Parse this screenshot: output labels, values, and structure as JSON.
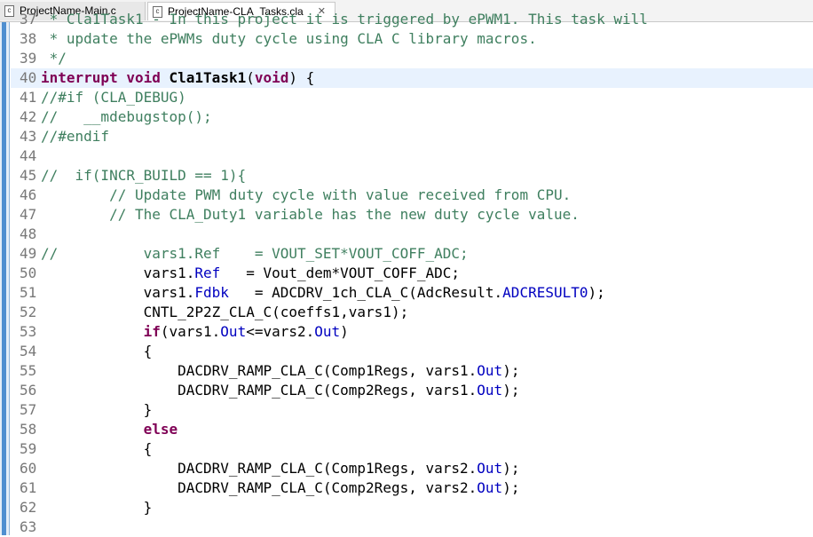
{
  "tabs": [
    {
      "label": "ProjectName-Main.c",
      "icon": "c-file-icon"
    },
    {
      "label": "ProjectName-CLA_Tasks.cla",
      "icon": "c-file-icon",
      "close_icon": "close-icon"
    }
  ],
  "lines": [
    {
      "n": "37",
      "tokens": [
        {
          "t": " * Cla1Task1 - In this project it is triggered by ePWM1. This task will",
          "c": "cm"
        }
      ]
    },
    {
      "n": "38",
      "tokens": [
        {
          "t": " * update the ePWMs duty cycle using CLA C library macros.",
          "c": "cm"
        }
      ]
    },
    {
      "n": "39",
      "tokens": [
        {
          "t": " */",
          "c": "cm"
        }
      ]
    },
    {
      "n": "40",
      "current": true,
      "tokens": [
        {
          "t": "interrupt",
          "c": "kw"
        },
        {
          "t": " "
        },
        {
          "t": "void",
          "c": "kw"
        },
        {
          "t": " "
        },
        {
          "t": "Cla1Task1",
          "c": "fn"
        },
        {
          "t": "("
        },
        {
          "t": "void",
          "c": "kw"
        },
        {
          "t": ") {"
        }
      ]
    },
    {
      "n": "41",
      "tokens": [
        {
          "t": "//#if (CLA_DEBUG)",
          "c": "cm"
        }
      ]
    },
    {
      "n": "42",
      "tokens": [
        {
          "t": "//   __mdebugstop();",
          "c": "cm"
        }
      ]
    },
    {
      "n": "43",
      "tokens": [
        {
          "t": "//#endif",
          "c": "cm"
        }
      ]
    },
    {
      "n": "44",
      "tokens": []
    },
    {
      "n": "45",
      "tokens": [
        {
          "t": "//  if(INCR_BUILD == 1){",
          "c": "cm"
        }
      ]
    },
    {
      "n": "46",
      "tokens": [
        {
          "t": "        // Update PWM duty cycle with value received from CPU.",
          "c": "cm"
        }
      ]
    },
    {
      "n": "47",
      "tokens": [
        {
          "t": "        // The CLA_Duty1 variable has the new duty cycle value.",
          "c": "cm"
        }
      ]
    },
    {
      "n": "48",
      "tokens": []
    },
    {
      "n": "49",
      "tokens": [
        {
          "t": "//          vars1.Ref    = VOUT_SET*VOUT_COFF_ADC;",
          "c": "cm"
        }
      ]
    },
    {
      "n": "50",
      "tokens": [
        {
          "t": "            vars1."
        },
        {
          "t": "Ref",
          "c": "fld"
        },
        {
          "t": "   = Vout_dem*VOUT_COFF_ADC;"
        }
      ]
    },
    {
      "n": "51",
      "tokens": [
        {
          "t": "            vars1."
        },
        {
          "t": "Fdbk",
          "c": "fld"
        },
        {
          "t": "   = ADCDRV_1ch_CLA_C(AdcResult."
        },
        {
          "t": "ADCRESULT0",
          "c": "fld"
        },
        {
          "t": ");"
        }
      ]
    },
    {
      "n": "52",
      "tokens": [
        {
          "t": "            CNTL_2P2Z_CLA_C(coeffs1,vars1);"
        }
      ]
    },
    {
      "n": "53",
      "tokens": [
        {
          "t": "            "
        },
        {
          "t": "if",
          "c": "kw"
        },
        {
          "t": "(vars1."
        },
        {
          "t": "Out",
          "c": "fld"
        },
        {
          "t": "<=vars2."
        },
        {
          "t": "Out",
          "c": "fld"
        },
        {
          "t": ")"
        }
      ]
    },
    {
      "n": "54",
      "tokens": [
        {
          "t": "            {"
        }
      ]
    },
    {
      "n": "55",
      "tokens": [
        {
          "t": "                DACDRV_RAMP_CLA_C(Comp1Regs, vars1."
        },
        {
          "t": "Out",
          "c": "fld"
        },
        {
          "t": ");"
        }
      ]
    },
    {
      "n": "56",
      "tokens": [
        {
          "t": "                DACDRV_RAMP_CLA_C(Comp2Regs, vars1."
        },
        {
          "t": "Out",
          "c": "fld"
        },
        {
          "t": ");"
        }
      ]
    },
    {
      "n": "57",
      "tokens": [
        {
          "t": "            }"
        }
      ]
    },
    {
      "n": "58",
      "tokens": [
        {
          "t": "            "
        },
        {
          "t": "else",
          "c": "kw"
        }
      ]
    },
    {
      "n": "59",
      "tokens": [
        {
          "t": "            {"
        }
      ]
    },
    {
      "n": "60",
      "tokens": [
        {
          "t": "                DACDRV_RAMP_CLA_C(Comp1Regs, vars2."
        },
        {
          "t": "Out",
          "c": "fld"
        },
        {
          "t": ");"
        }
      ]
    },
    {
      "n": "61",
      "tokens": [
        {
          "t": "                DACDRV_RAMP_CLA_C(Comp2Regs, vars2."
        },
        {
          "t": "Out",
          "c": "fld"
        },
        {
          "t": ");"
        }
      ]
    },
    {
      "n": "62",
      "tokens": [
        {
          "t": "            }"
        }
      ]
    },
    {
      "n": "63",
      "tokens": []
    }
  ]
}
